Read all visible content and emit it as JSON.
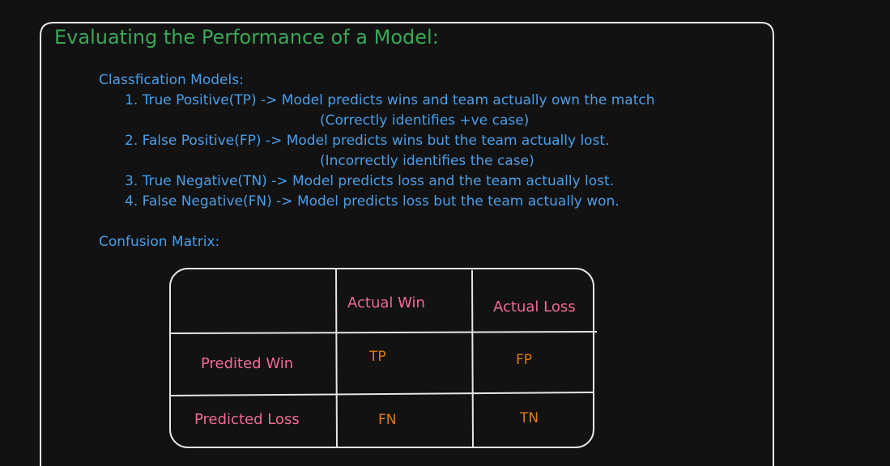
{
  "heading": "Evaluating the Performance of a Model:",
  "classification": {
    "label": "Classfication Models:",
    "items": [
      {
        "text": "1. True Positive(TP) -> Model predicts wins and team actually own the match",
        "note": "(Correctly identifies +ve case)"
      },
      {
        "text": "2. False Positive(FP) -> Model predicts wins but the team actually lost.",
        "note": "(Incorrectly identifies the case)"
      },
      {
        "text": "3. True Negative(TN) -> Model predicts loss and the team actually lost."
      },
      {
        "text": "4. False Negative(FN) -> Model predicts loss but the team actually won."
      }
    ]
  },
  "confusion": {
    "label": "Confusion Matrix:",
    "col_headers": [
      "Actual Win",
      "Actual Loss"
    ],
    "row_headers": [
      "Predited Win",
      "Predicted Loss"
    ],
    "cells": [
      [
        "TP",
        "FP"
      ],
      [
        "FN",
        "TN"
      ]
    ]
  },
  "colors": {
    "background": "#121212",
    "title": "#3aa856",
    "text_blue": "#4a9ee8",
    "header_pink": "#f0699b",
    "cell_orange": "#e07b10",
    "stroke": "#e6e6e6"
  }
}
